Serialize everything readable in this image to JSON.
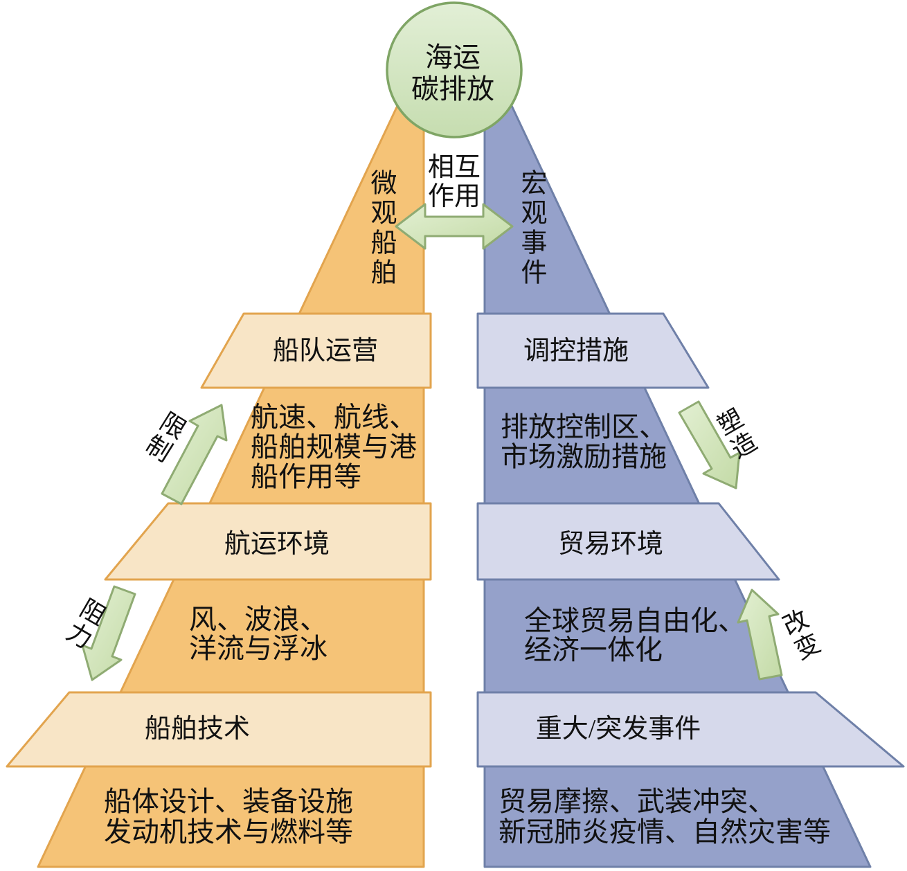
{
  "figure": {
    "summit": {
      "line1": "海运",
      "line2": "碳排放"
    },
    "interaction": {
      "line1": "相互",
      "line2": "作用"
    },
    "left": {
      "title": "微观船舶",
      "band1_label": "船队运营",
      "band1_detail": [
        "航速、航线、",
        "船舶规模与港",
        "船作用等"
      ],
      "band2_label": "航运环境",
      "band2_detail": [
        "风、波浪、",
        "洋流与浮冰"
      ],
      "band3_label": "船舶技术",
      "band3_detail": [
        "船体设计、装备设施",
        "发动机技术与燃料等"
      ],
      "arrow_up_label": "限制",
      "arrow_down_label": "阻力"
    },
    "right": {
      "title": "宏观事件",
      "band1_label": "调控措施",
      "band1_detail": [
        "排放控制区、",
        "市场激励措施"
      ],
      "band2_label": "贸易环境",
      "band2_detail": [
        "全球贸易自由化、",
        "经济一体化"
      ],
      "band3_label": "重大/突发事件",
      "band3_detail": [
        "贸易摩擦、武装冲突、",
        "新冠肺炎疫情、自然灾害等"
      ],
      "arrow_down_label": "塑造",
      "arrow_up_label": "改变"
    },
    "colors": {
      "left_pyramid_dark": "#F5C377",
      "left_band_light": "#F8E5C6",
      "left_border": "#E2A44E",
      "right_pyramid_dark": "#95A1CA",
      "right_band_light": "#D6D9EB",
      "right_border": "#6F80A8",
      "arrow_green_fill": "#D5E6BE",
      "arrow_green_border": "#8FAB73",
      "circle_fill": "#D6E8C4",
      "circle_border": "#7FA565",
      "text": "#111111"
    }
  }
}
